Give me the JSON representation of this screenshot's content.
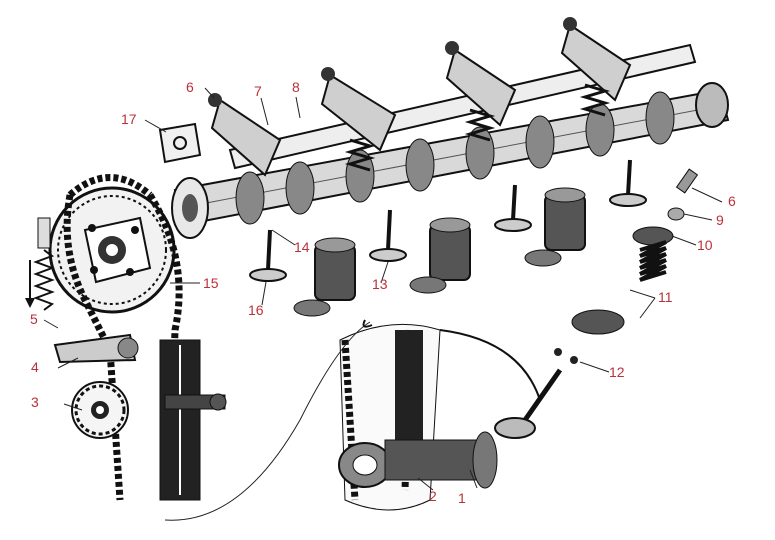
{
  "diagram": {
    "callouts": [
      "1",
      "2",
      "3",
      "4",
      "5",
      "6",
      "7",
      "8",
      "6",
      "9",
      "10",
      "11",
      "12",
      "13",
      "14",
      "15",
      "16",
      "17"
    ]
  }
}
